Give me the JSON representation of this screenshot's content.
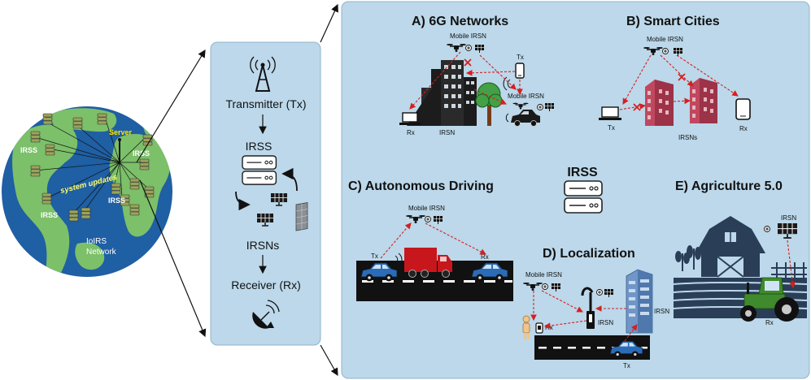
{
  "globe": {
    "server_label": "Server",
    "irss_label": "IRSS",
    "updates_label": "system updates",
    "network_label_line1": "IoIRS",
    "network_label_line2": "Network"
  },
  "pipeline": {
    "transmitter": "Transmitter (Tx)",
    "irss": "IRSS",
    "irsns": "IRSNs",
    "receiver": "Receiver (Rx)"
  },
  "apps": {
    "a": {
      "title": "A)   6G Networks",
      "mobile_irsn_top": "Mobile IRSN",
      "mobile_irsn_car": "Mobile IRSN",
      "tx": "Tx",
      "rx": "Rx",
      "irsn": "IRSN"
    },
    "b": {
      "title": "B) Smart Cities",
      "mobile_irsn": "Mobile IRSN",
      "tx": "Tx",
      "rx": "Rx",
      "irsns": "IRSNs"
    },
    "c": {
      "title": "C) Autonomous Driving",
      "mobile_irsn": "Mobile IRSN",
      "tx": "Tx",
      "rx": "Rx"
    },
    "center_irss": "IRSS",
    "d": {
      "title": "D) Localization",
      "mobile_irsn": "Mobile IRSN",
      "rx": "Rx",
      "irsn_pole": "IRSN",
      "irsn_building": "IRSN",
      "tx": "Tx"
    },
    "e": {
      "title": "E) Agriculture 5.0",
      "irsn": "IRSN",
      "rx": "Rx"
    }
  },
  "colors": {
    "panel_fill": "#bcd8ea",
    "ocean": "#1f5fa3",
    "land": "#7cc06a",
    "irss_label": "#ffffff",
    "server_label": "#ffe600",
    "updates_label": "#ffff66",
    "link_red": "#d42020",
    "truck_red": "#c8161d",
    "car_blue": "#2b6cb8",
    "road": "#111111",
    "building_red": "#c0485e",
    "barn": "#2a3e57",
    "tractor": "#3f8a2c"
  }
}
